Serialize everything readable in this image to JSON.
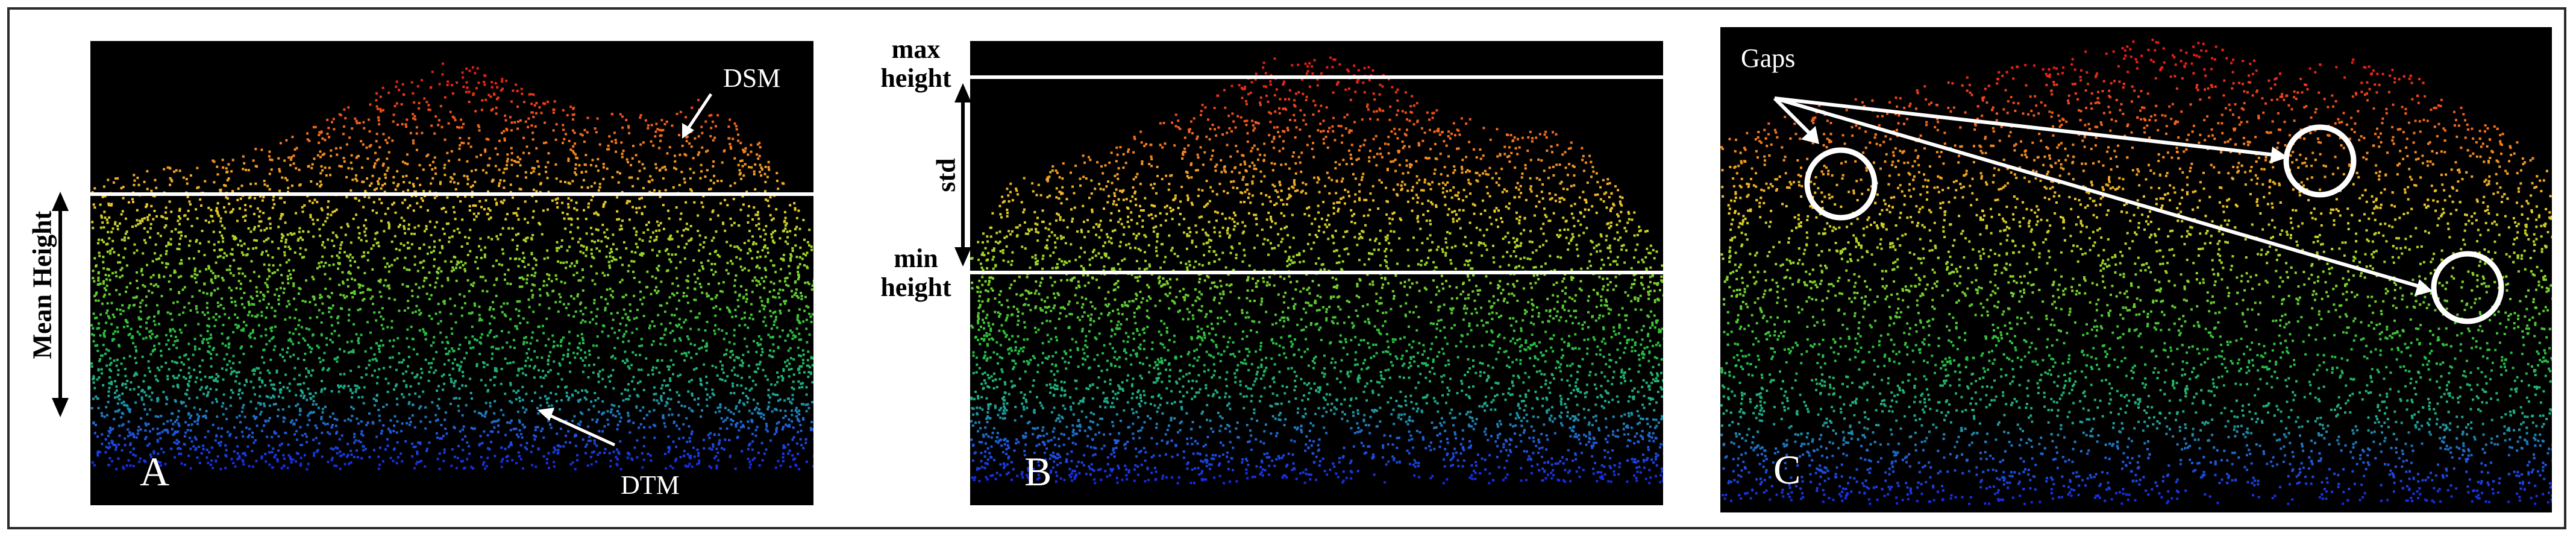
{
  "panels": {
    "a": {
      "letter": "A",
      "labels": {
        "dsm": "DSM",
        "dtm": "DTM",
        "mean_height": "Mean Height"
      }
    },
    "b": {
      "letter": "B",
      "labels": {
        "max_height_1": "max",
        "max_height_2": "height",
        "std": "std",
        "min_height_1": "min",
        "min_height_2": "height"
      }
    },
    "c": {
      "letter": "C",
      "labels": {
        "gaps": "Gaps"
      }
    }
  },
  "colors": {
    "high": "#e02010",
    "upper": "#f0a020",
    "middle": "#80d020",
    "lower": "#20b040",
    "ground": "#1030e0",
    "lines": "#ffffff",
    "arrows_outside": "#000000"
  }
}
